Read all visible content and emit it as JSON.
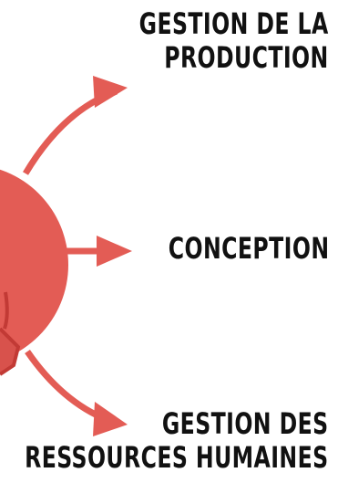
{
  "colors": {
    "circle": "#e35c55",
    "circle_dark": "#c23a35",
    "arrow": "#e35c55",
    "text": "#111111"
  },
  "labels": {
    "production": [
      "GESTION DE LA",
      "PRODUCTION"
    ],
    "conception": [
      "CONCEPTION"
    ],
    "rh": [
      "GESTION DES",
      "RESSOURCES HUMAINES"
    ]
  }
}
